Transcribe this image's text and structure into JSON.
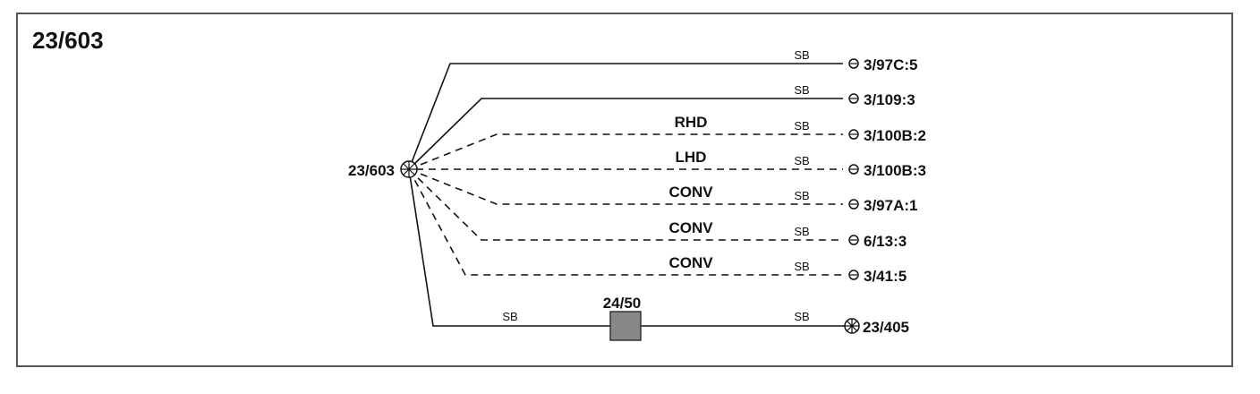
{
  "diagram": {
    "title": "23/603",
    "hub": {
      "label": "23/603"
    },
    "branches": [
      {
        "destination": "3/97C:5",
        "wire": "SB",
        "condition": "",
        "style": "solid",
        "terminal": "ring"
      },
      {
        "destination": "3/109:3",
        "wire": "SB",
        "condition": "",
        "style": "solid",
        "terminal": "ring"
      },
      {
        "destination": "3/100B:2",
        "wire": "SB",
        "condition": "RHD",
        "style": "dashed",
        "terminal": "ring"
      },
      {
        "destination": "3/100B:3",
        "wire": "SB",
        "condition": "LHD",
        "style": "dashed",
        "terminal": "ring"
      },
      {
        "destination": "3/97A:1",
        "wire": "SB",
        "condition": "CONV",
        "style": "dashed",
        "terminal": "ring"
      },
      {
        "destination": "6/13:3",
        "wire": "SB",
        "condition": "CONV",
        "style": "dashed",
        "terminal": "ring"
      },
      {
        "destination": "3/41:5",
        "wire": "SB",
        "condition": "CONV",
        "style": "dashed",
        "terminal": "ring"
      }
    ],
    "splice_branch": {
      "wire_left": "SB",
      "component": "24/50",
      "wire_right": "SB",
      "destination": "23/405",
      "style": "solid",
      "terminal": "splice"
    }
  }
}
